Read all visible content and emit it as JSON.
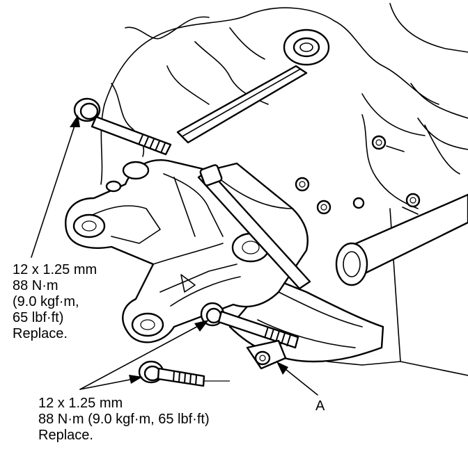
{
  "callouts": {
    "upper_bolt": {
      "size": "12 x 1.25 mm",
      "torque": "88 N·m",
      "torque_alt_1": "(9.0 kgf·m,",
      "torque_alt_2": "65 lbf·ft)",
      "note": "Replace."
    },
    "lower_bolts": {
      "size": "12 x 1.25 mm",
      "torque": "88 N·m (9.0 kgf·m, 65 lbf·ft)",
      "note": "Replace."
    },
    "part_a": "A"
  },
  "colors": {
    "line": "#000000",
    "background": "#ffffff"
  }
}
